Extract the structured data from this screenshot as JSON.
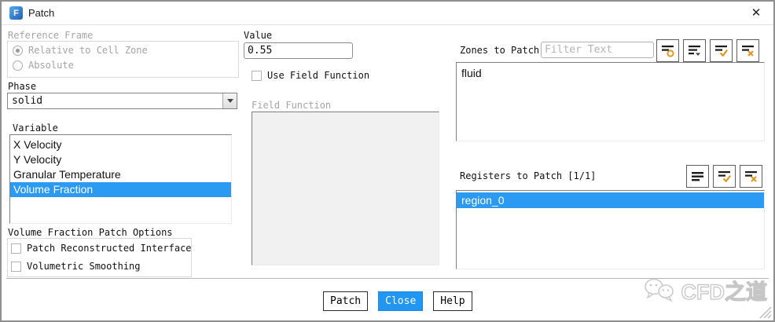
{
  "window": {
    "title": "Patch",
    "close_glyph": "✕",
    "app_icon_letter": "F"
  },
  "left": {
    "reference_frame": {
      "label": "Reference Frame",
      "options": [
        {
          "label": "Relative to Cell Zone",
          "selected": true,
          "enabled": false
        },
        {
          "label": "Absolute",
          "selected": false,
          "enabled": false
        }
      ]
    },
    "phase": {
      "label": "Phase",
      "value": "solid"
    },
    "variable": {
      "label": "Variable",
      "items": [
        "X Velocity",
        "Y Velocity",
        "Granular Temperature",
        "Volume Fraction"
      ],
      "selected": "Volume Fraction"
    },
    "vf_options": {
      "label": "Volume Fraction Patch Options",
      "options": [
        {
          "label": "Patch Reconstructed Interface",
          "checked": false
        },
        {
          "label": "Volumetric Smoothing",
          "checked": false
        }
      ]
    }
  },
  "middle": {
    "value_field": {
      "label": "Value",
      "value": "0.55"
    },
    "use_field_function": {
      "label": "Use Field Function",
      "checked": false
    },
    "field_function": {
      "label": "Field Function",
      "items": [],
      "enabled": false
    }
  },
  "right": {
    "zones": {
      "label": "Zones to Patch",
      "filter_placeholder": "Filter Text",
      "toolbar_icons": [
        "filter-lines-ring",
        "lines-dropdown",
        "select-all-check",
        "deselect-all-x"
      ],
      "items": [
        "fluid"
      ]
    },
    "registers": {
      "label": "Registers to Patch [1/1]",
      "toolbar_icons": [
        "lines-plain",
        "select-all-check",
        "deselect-all-x"
      ],
      "items": [
        "region_0"
      ],
      "selected": "region_0"
    }
  },
  "footer": {
    "buttons": [
      {
        "label": "Patch",
        "primary": false
      },
      {
        "label": "Close",
        "primary": true
      },
      {
        "label": "Help",
        "primary": false
      }
    ]
  },
  "watermark": {
    "text": "CFD之道"
  },
  "colors": {
    "selection_blue": "#2b9af3",
    "primary_button_blue": "#2196f3",
    "icon_accent_orange": "#e0991f",
    "disabled_text_gray": "#a5a5a5"
  }
}
